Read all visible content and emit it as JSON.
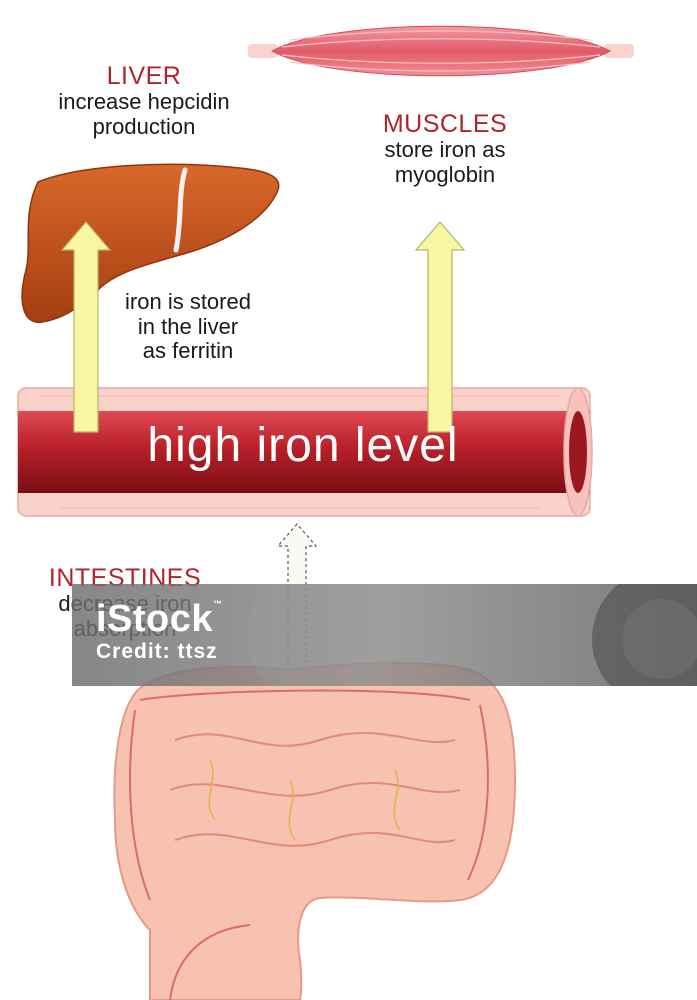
{
  "liver": {
    "title": "LIVER",
    "line1": "increase hepcidin",
    "line2": "production"
  },
  "muscles": {
    "title": "MUSCLES",
    "line1": "store iron as",
    "line2": "myoglobin"
  },
  "liver_storage": {
    "line1": "iron is stored",
    "line2": "in the liver",
    "line3": "as ferritin"
  },
  "vessel": {
    "label": "high iron level"
  },
  "intestines": {
    "title": "INTESTINES",
    "line1": "decrease iron",
    "line2": "absorption"
  },
  "watermark": {
    "logo": "iStock",
    "trademark": "™",
    "credit": "Credit: ttsz"
  },
  "colors": {
    "label_red": "#b0242c",
    "vessel_red": "#b8202a",
    "arrow_yellow": "#f8f6a0",
    "liver_brown": "#c4541a",
    "muscle_pink": "#e8707a",
    "intestine_pink": "#f7c2b0"
  }
}
